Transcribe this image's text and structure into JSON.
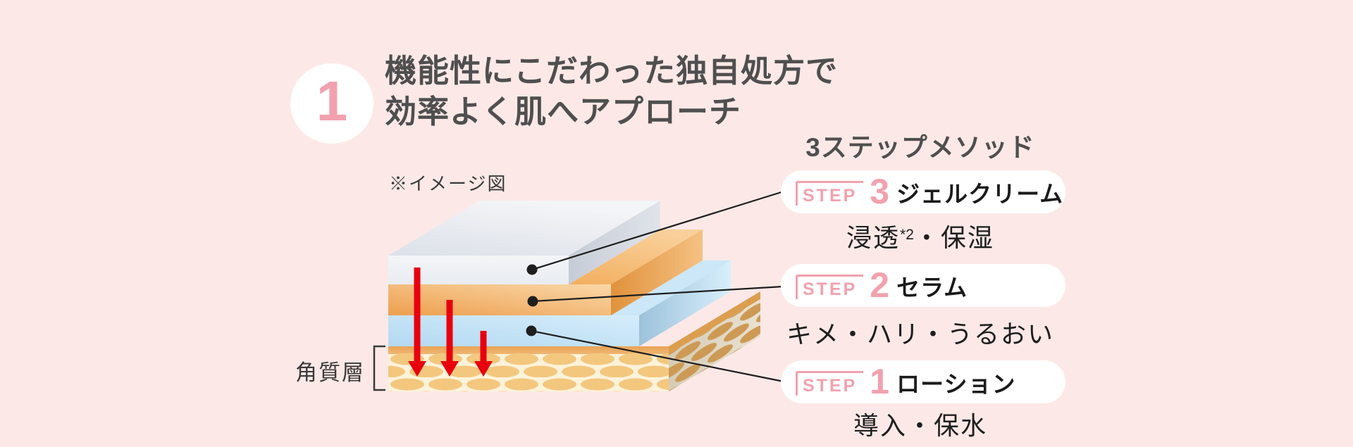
{
  "colors": {
    "background": "#fce9e7",
    "accent_pink": "#f2a1ae",
    "arrow_red": "#e8000f",
    "heading_gray": "#4f4f4f",
    "text_dark": "#1e1e1e",
    "pill_white": "#ffffff"
  },
  "badge": {
    "number": "1"
  },
  "heading": {
    "line1": "機能性にこだわった独自処方で",
    "line2": "効率よく肌へアプローチ"
  },
  "note": "※イメージ図",
  "skin_label": "角質層",
  "method_title": "3ステップメソッド",
  "steps": [
    {
      "step_word": "STEP",
      "number": "3",
      "name": "ジェルクリーム",
      "desc_pre": "浸透",
      "desc_sup": "*2",
      "desc_post": "・保湿"
    },
    {
      "step_word": "STEP",
      "number": "2",
      "name": "セラム",
      "desc_pre": "キメ・ハリ・うるおい",
      "desc_sup": "",
      "desc_post": ""
    },
    {
      "step_word": "STEP",
      "number": "1",
      "name": "ローション",
      "desc_pre": "導入・保水",
      "desc_sup": "",
      "desc_post": ""
    }
  ]
}
